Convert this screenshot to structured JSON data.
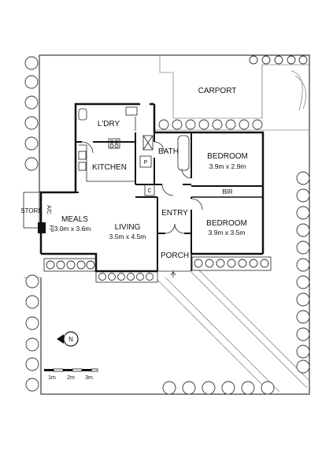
{
  "rooms": {
    "carport": "CARPORT",
    "laundry": "L'DRY",
    "bath": "BATH",
    "bedroom1": {
      "name": "BEDROOM",
      "size": "3.9m x 2.9m"
    },
    "kitchen": "KITCHEN",
    "bir": "BIR",
    "store": "STORE",
    "meals": {
      "name": "MEALS",
      "size": "3.0m x 3.6m"
    },
    "living": {
      "name": "LIVING",
      "size": "3.5m x 4.5m"
    },
    "entry": "ENTRY",
    "bedroom2": {
      "name": "BEDROOM",
      "size": "3.9m x 3.5m"
    },
    "porch": "PORCH"
  },
  "fixtures": {
    "pantry": "P",
    "linen": "C",
    "ac": "A/C",
    "fireplace": "FP"
  },
  "scale_bar": {
    "labels": [
      "1m",
      "2m",
      "3m"
    ]
  },
  "north_arrow": {
    "letter": "N"
  }
}
